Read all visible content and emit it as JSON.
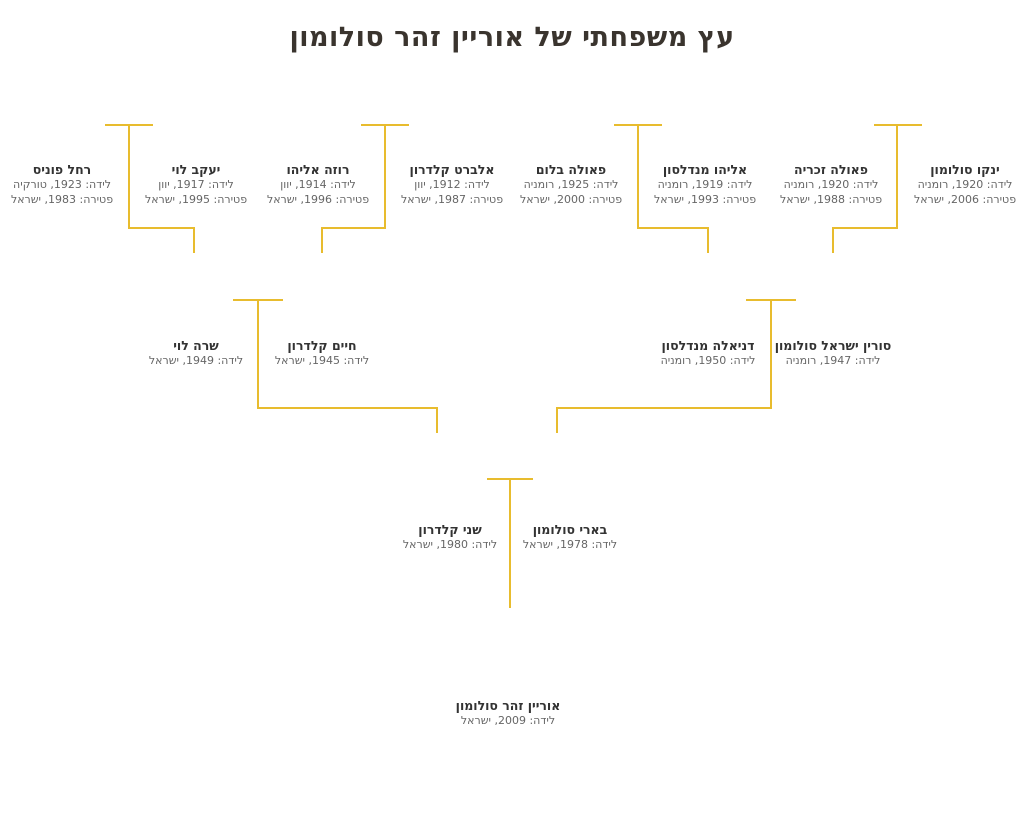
{
  "title": "עץ משפחתי של אוריין זהר סולומון",
  "colors": {
    "connector": "#E8BC2E",
    "title_text": "#3A342E",
    "name_text": "#333333",
    "detail_text": "#666666"
  },
  "people": [
    {
      "name": "רחל פוניס",
      "birth": "לידה: 1923, טורקיה",
      "death": "פטירה: 1983, ישראל",
      "generation": 1
    },
    {
      "name": "יעקב לוי",
      "birth": "לידה: 1917, יוון",
      "death": "פטירה: 1995, ישראל",
      "generation": 1
    },
    {
      "name": "רוזה אליהו",
      "birth": "לידה: 1914, יוון",
      "death": "פטירה: 1996, ישראל",
      "generation": 1
    },
    {
      "name": "אלברט קלדרון",
      "birth": "לידה: 1912, יוון",
      "death": "פטירה: 1987, ישראל",
      "generation": 1
    },
    {
      "name": "פאולה בלום",
      "birth": "לידה: 1925, רומניה",
      "death": "פטירה: 2000, ישראל",
      "generation": 1
    },
    {
      "name": "אליהו מנדלסון",
      "birth": "לידה: 1919, רומניה",
      "death": "פטירה: 1993, ישראל",
      "generation": 1
    },
    {
      "name": "פאולה זכריה",
      "birth": "לידה: 1920, רומניה",
      "death": "פטירה: 1988, ישראל",
      "generation": 1
    },
    {
      "name": "ינקו סולומון",
      "birth": "לידה: 1920, רומניה",
      "death": "פטירה: 2006, ישראל",
      "generation": 1
    },
    {
      "name": "שרה לוי",
      "birth": "לידה: 1949, ישראל",
      "generation": 2
    },
    {
      "name": "חיים קלדרון",
      "birth": "לידה: 1945, ישראל",
      "generation": 2
    },
    {
      "name": "דניאלה מנדלסון",
      "birth": "לידה: 1950, רומניה",
      "generation": 2
    },
    {
      "name": "סורין ישראל סולומון",
      "birth": "לידה: 1947, רומניה",
      "generation": 2
    },
    {
      "name": "שני קלדרון",
      "birth": "לידה: 1980, ישראל",
      "generation": 3
    },
    {
      "name": "בארי סולומון",
      "birth": "לידה: 1978, ישראל",
      "generation": 3
    },
    {
      "name": "אוריין זהר סולומון",
      "birth": "לידה: 2009, ישראל",
      "generation": 4
    }
  ]
}
